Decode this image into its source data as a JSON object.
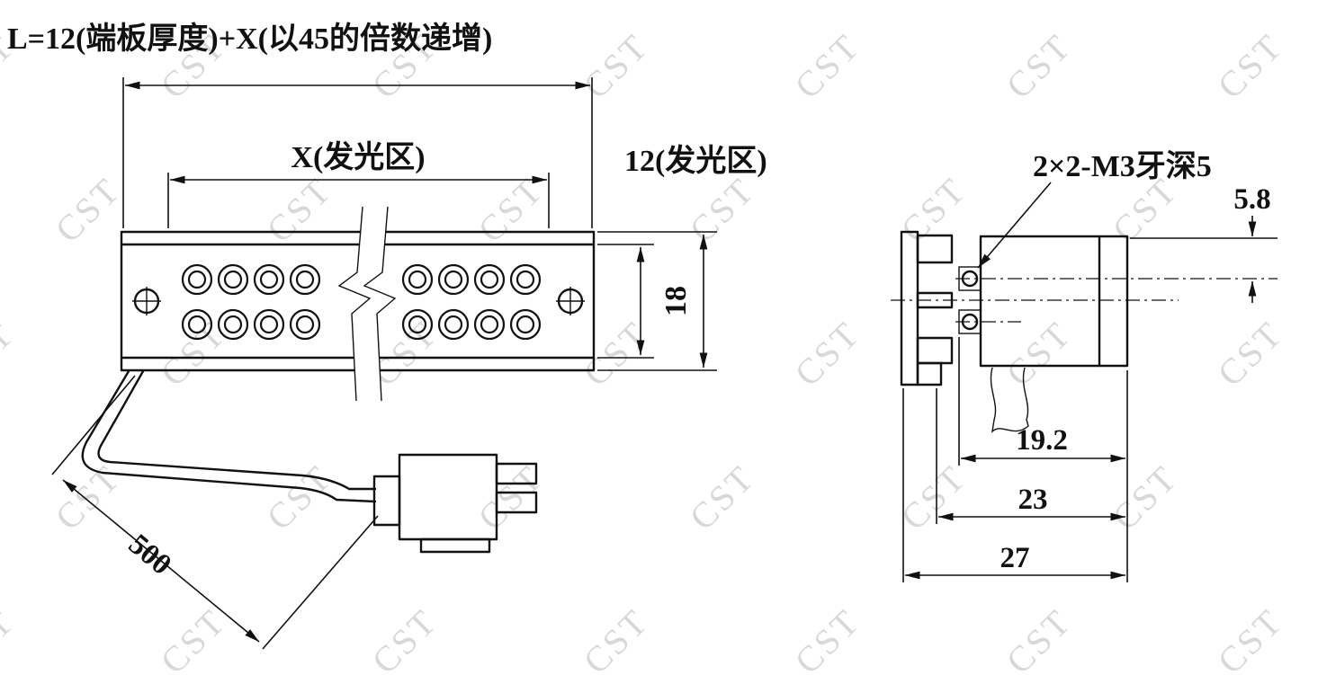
{
  "drawing": {
    "front_view": {
      "length_formula": "L=12(端板厚度)+X(以45的倍数递增)",
      "emitting_width_label": "X(发光区)",
      "emitting_height_label": "12(发光区)",
      "total_height": "18",
      "cable_length": "500"
    },
    "section_view": {
      "screw_note": "2×2-M3牙深5",
      "screw_offset": "5.8",
      "width_inner": "19.2",
      "width_mid": "23",
      "width_total": "27"
    }
  },
  "watermark": {
    "text": "CST"
  }
}
